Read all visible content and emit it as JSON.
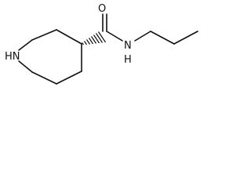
{
  "structure": {
    "atoms": {
      "ring_n": "HN",
      "carbonyl_o": "O",
      "amide_n": "N",
      "amide_h": "H"
    }
  }
}
